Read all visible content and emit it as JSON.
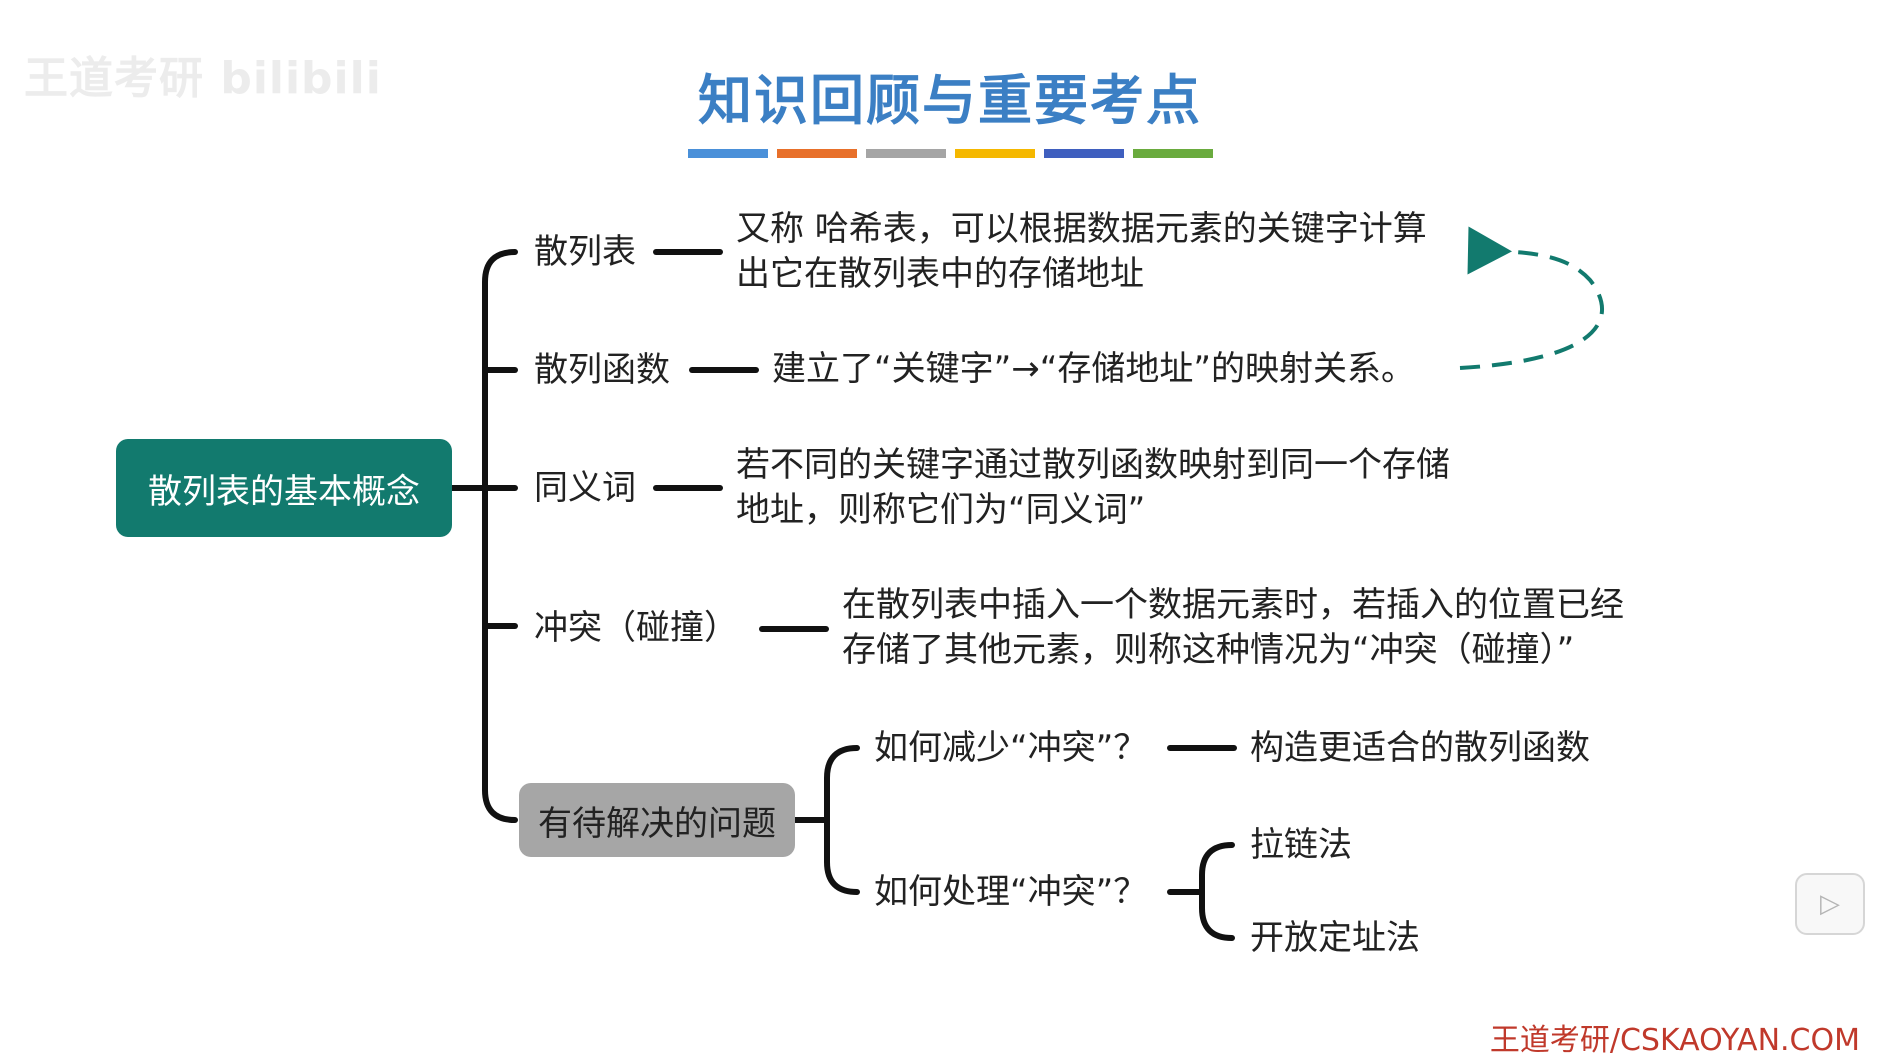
{
  "watermark": "王道考研 bilibili",
  "title": "知识回顾与重要考点",
  "title_bar_colors": [
    "#4a90d9",
    "#e8702a",
    "#a5a5a5",
    "#f5b800",
    "#3f5fbf",
    "#6aab3e"
  ],
  "root": "散列表的基本概念",
  "branches": {
    "hash_table": {
      "label": "散列表",
      "desc_line1": "又称 哈希表，可以根据数据元素的关键字计算",
      "desc_line2": "出它在散列表中的存储地址"
    },
    "hash_function": {
      "label": "散列函数",
      "desc": "建立了“关键字”→“存储地址”的映射关系。"
    },
    "synonym": {
      "label": "同义词",
      "desc_line1": "若不同的关键字通过散列函数映射到同一个存储",
      "desc_line2": "地址，则称它们为“同义词”"
    },
    "conflict": {
      "label": "冲突（碰撞）",
      "desc_line1": "在散列表中插入一个数据元素时，若插入的位置已经",
      "desc_line2": "存储了其他元素，则称这种情况为“冲突（碰撞）”"
    },
    "issues": {
      "label": "有待解决的问题",
      "reduce": {
        "label": "如何减少“冲突”？",
        "answer": "构造更适合的散列函数"
      },
      "handle": {
        "label": "如何处理“冲突”？",
        "methods": [
          "拉链法",
          "开放定址法"
        ]
      }
    }
  },
  "footer": "王道考研/CSKAOYAN.COM",
  "play_icon": "play-icon",
  "colors": {
    "title": "#3b7fc4",
    "root_box": "#127a6e",
    "issues_box": "#a6a6a6",
    "dashed_arrow": "#127a6e",
    "footer": "#c0392b"
  }
}
